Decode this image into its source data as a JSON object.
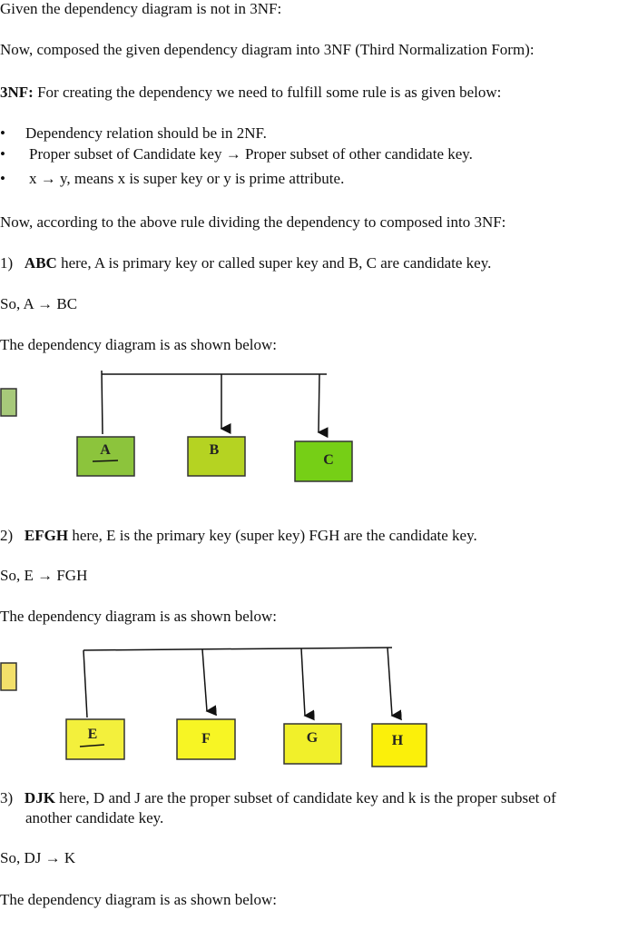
{
  "intro": "Given the dependency diagram is not in 3NF:",
  "composed": "Now, composed the given dependency diagram into 3NF (Third Normalization Form):",
  "rule_label": "3NF:",
  "rule_text": " For creating the dependency we need to fulfill some rule is as given below:",
  "rules": [
    "Dependency relation should be in 2NF.",
    "Proper subset of Candidate key  → Proper subset of other candidate key.",
    "x → y, means x is super key or y is prime attribute."
  ],
  "according": "Now, according to the above rule dividing the dependency to composed into 3NF:",
  "diagram_caption": "The dependency diagram is as shown below:",
  "sections": [
    {
      "num": "1)",
      "name": "ABC",
      "desc": " here, A is primary key or called super key and B, C are candidate key.",
      "so": "So,  A → BC",
      "boxes": [
        "A",
        "B",
        "C"
      ],
      "colors": [
        "#8cc43c",
        "#b5d322",
        "#76cf16"
      ],
      "legend_color": "#a7c97a"
    },
    {
      "num": "2)",
      "name": "EFGH",
      "desc": " here, E is the primary key (super key) FGH are the candidate key.",
      "so": "So,  E → FGH",
      "boxes": [
        "E",
        "F",
        "G",
        "H"
      ],
      "colors": [
        "#f3f03c",
        "#f7f524",
        "#f1f02a",
        "#fbf00a"
      ],
      "legend_color": "#f3e06a"
    },
    {
      "num": "3)",
      "name": "DJK",
      "desc": " here, D and J are the proper subset of candidate key and k is the proper subset of",
      "desc2": "another candidate key.",
      "so": "So,  DJ → K"
    }
  ]
}
